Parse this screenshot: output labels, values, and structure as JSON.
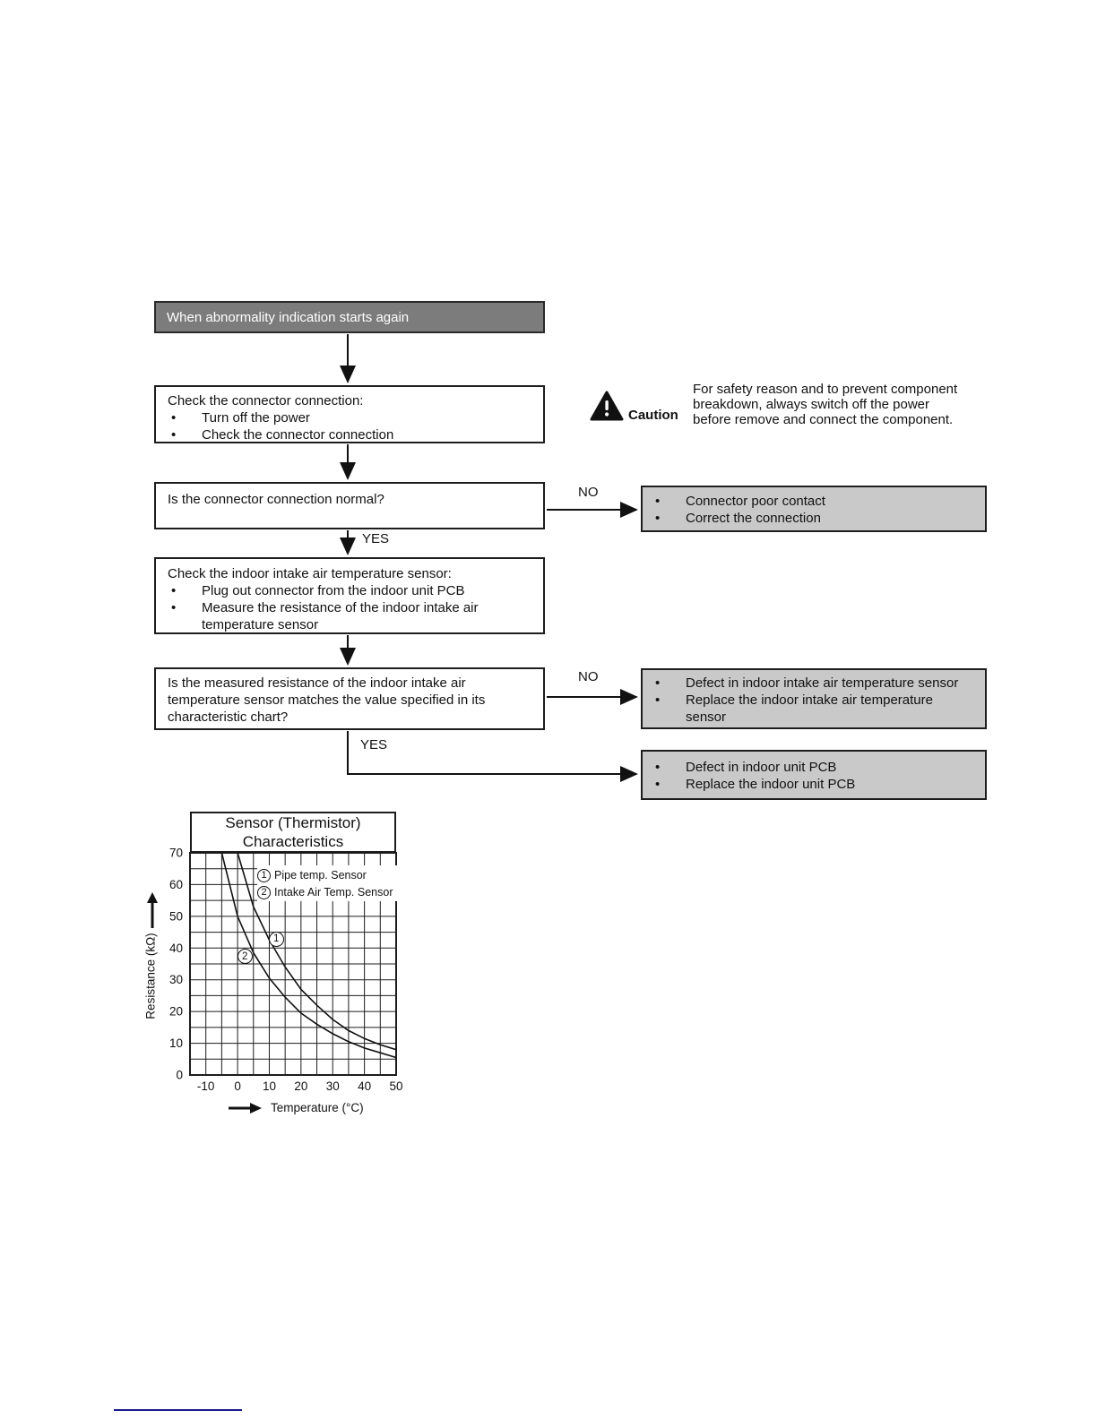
{
  "colors": {
    "header_bg": "#7c7c7c",
    "header_text": "#ffffff",
    "result_box_bg": "#c9c9c9",
    "box_border": "#1d1d1d",
    "line_color": "#111111",
    "footer_link_line": "#1a1a8f"
  },
  "flowchart": {
    "labels": {
      "yes": "YES",
      "no": "NO"
    },
    "start_box": {
      "text": "When abnormality indication starts again"
    },
    "check_connector_box": {
      "title": "Check the connector connection:",
      "bullets": [
        "Turn off the power",
        "Check the connector connection"
      ]
    },
    "caution": {
      "label": "Caution",
      "text": "For safety reason and to prevent component breakdown, always switch off the power before remove and connect the component."
    },
    "decision_connector_box": {
      "text": "Is the connector connection normal?"
    },
    "result_connector_box": {
      "bullets": [
        "Connector poor contact",
        "Correct the connection"
      ]
    },
    "check_sensor_box": {
      "title": "Check the indoor intake air temperature sensor:",
      "bullets": [
        "Plug out connector from the indoor unit PCB",
        "Measure the resistance of the indoor intake air temperature sensor"
      ]
    },
    "decision_resistance_box": {
      "text": "Is the measured resistance of the indoor intake air temperature sensor matches the value specified in its characteristic chart?"
    },
    "result_sensor_box": {
      "bullets": [
        "Defect in indoor intake air temperature sensor",
        "Replace the indoor intake air temperature sensor"
      ]
    },
    "result_pcb_box": {
      "bullets": [
        "Defect in indoor unit PCB",
        "Replace the indoor unit PCB"
      ]
    }
  },
  "chart_data": {
    "type": "line",
    "title": "Sensor (Thermistor) Characteristics",
    "xlabel": "Temperature (°C)",
    "ylabel": "Resistance (kΩ)",
    "xlim": [
      -15,
      50
    ],
    "ylim": [
      0,
      70
    ],
    "xticks": [
      -10,
      0,
      10,
      20,
      30,
      40,
      50
    ],
    "yticks": [
      0,
      10,
      20,
      30,
      40,
      50,
      60,
      70
    ],
    "grid_step_x": 5,
    "grid_step_y": 5,
    "grid": true,
    "legend_position": "top-right-inside",
    "legend": [
      {
        "marker": "1",
        "label": "Pipe temp. Sensor"
      },
      {
        "marker": "2",
        "label": "Intake Air Temp. Sensor"
      }
    ],
    "series": [
      {
        "name": "Pipe temp. Sensor",
        "marker": "1",
        "marker_pos": {
          "x": 12.2,
          "y": 42.9
        },
        "x": [
          0,
          5,
          10,
          15,
          20,
          25,
          30,
          35,
          40,
          45,
          50
        ],
        "y": [
          70,
          53,
          42.5,
          34,
          27,
          22,
          17.5,
          14,
          11.5,
          9.5,
          8
        ]
      },
      {
        "name": "Intake Air Temp. Sensor",
        "marker": "2",
        "marker_pos": {
          "x": 2.3,
          "y": 37.3
        },
        "x": [
          -5,
          0,
          5,
          10,
          15,
          20,
          25,
          30,
          35,
          40,
          45,
          50
        ],
        "y": [
          70,
          50,
          38.5,
          30.5,
          24.5,
          19.5,
          16,
          13,
          10.5,
          8.5,
          7,
          5.5
        ]
      }
    ]
  }
}
